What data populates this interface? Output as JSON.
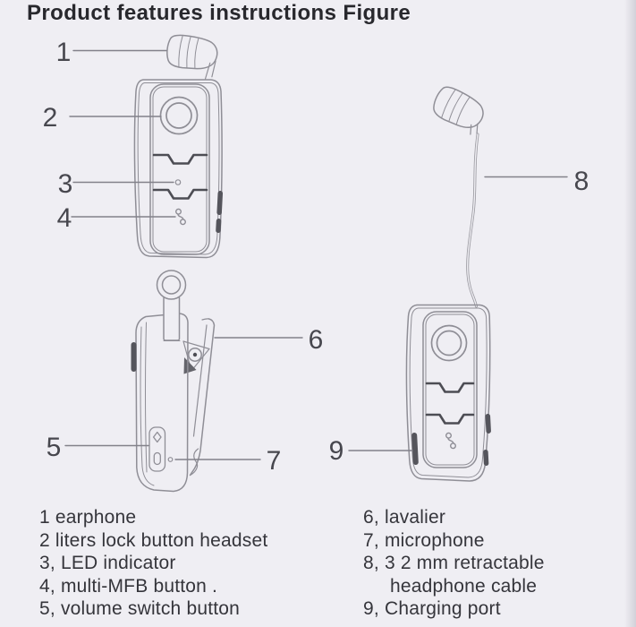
{
  "page": {
    "title": "Product features instructions Figure"
  },
  "callouts": [
    "1",
    "2",
    "3",
    "4",
    "5",
    "6",
    "7",
    "8",
    "9"
  ],
  "legend": {
    "left": [
      "1 earphone",
      "2 liters lock button headset",
      "3, LED indicator",
      "4, multi-MFB button .",
      "5, volume switch button"
    ],
    "right": [
      "6, lavalier",
      "7, microphone",
      "8, 3 2 mm retractable",
      "headphone cable",
      "9, Charging port"
    ]
  },
  "figure": {
    "views": [
      "headset front view",
      "headset side view with clip",
      "headset front view with earbud and retractable cable"
    ],
    "icons": [
      "earbud-icon",
      "call-button-icon",
      "led-dot-icon",
      "phone-handset-icon",
      "volume-rocker-icon",
      "microphone-hole-icon",
      "clip-icon",
      "charging-port-icon",
      "cable-icon"
    ]
  },
  "colors": {
    "background": "#efeef3",
    "outline": "#8f8e96",
    "dark_detail": "#4d4d54",
    "text": "#35353b"
  }
}
